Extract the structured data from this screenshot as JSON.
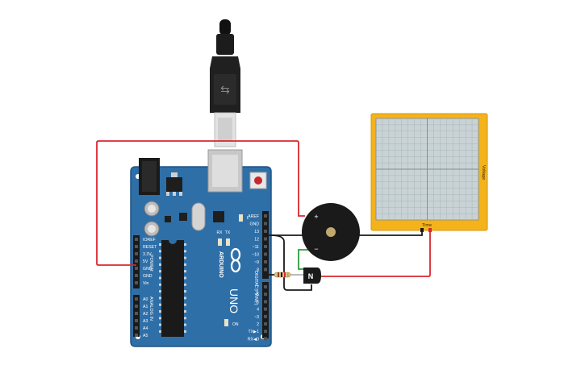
{
  "board": {
    "brand": "ARDUINO",
    "model": "UNO",
    "power_header": "POWER",
    "analog_header": "ANALOG IN",
    "digital_header": "DIGITAL (PWM~)",
    "rx_led": "RX",
    "tx_led": "TX",
    "l_led": "L",
    "on_led": "ON",
    "power_pins": [
      "IOREF",
      "RESET",
      "3.3V",
      "5V",
      "GND",
      "GND",
      "Vin"
    ],
    "analog_pins": [
      "A0",
      "A1",
      "A2",
      "A3",
      "A4",
      "A5"
    ],
    "digital_pins_top": [
      "AREF",
      "GND",
      "13",
      "12",
      "~11",
      "~10",
      "~9",
      "8"
    ],
    "digital_pins_bottom": [
      "7",
      "~6",
      "~5",
      "4",
      "~3",
      "2",
      "TX▶1",
      "RX◀0"
    ]
  },
  "buzzer": {
    "plus_label": "+",
    "minus_label": "−"
  },
  "transistor": {
    "label": "N"
  },
  "oscilloscope": {
    "time_label": "Time",
    "voltage_label": "Voltage"
  },
  "colors": {
    "board": "#2f6fa8",
    "board_edge": "#1f5486",
    "wire_red": "#d9272e",
    "wire_black": "#1a1a1a",
    "wire_green": "#2e9e3e",
    "scope_frame": "#f4b21b",
    "scope_screen": "#c9d3d6"
  }
}
